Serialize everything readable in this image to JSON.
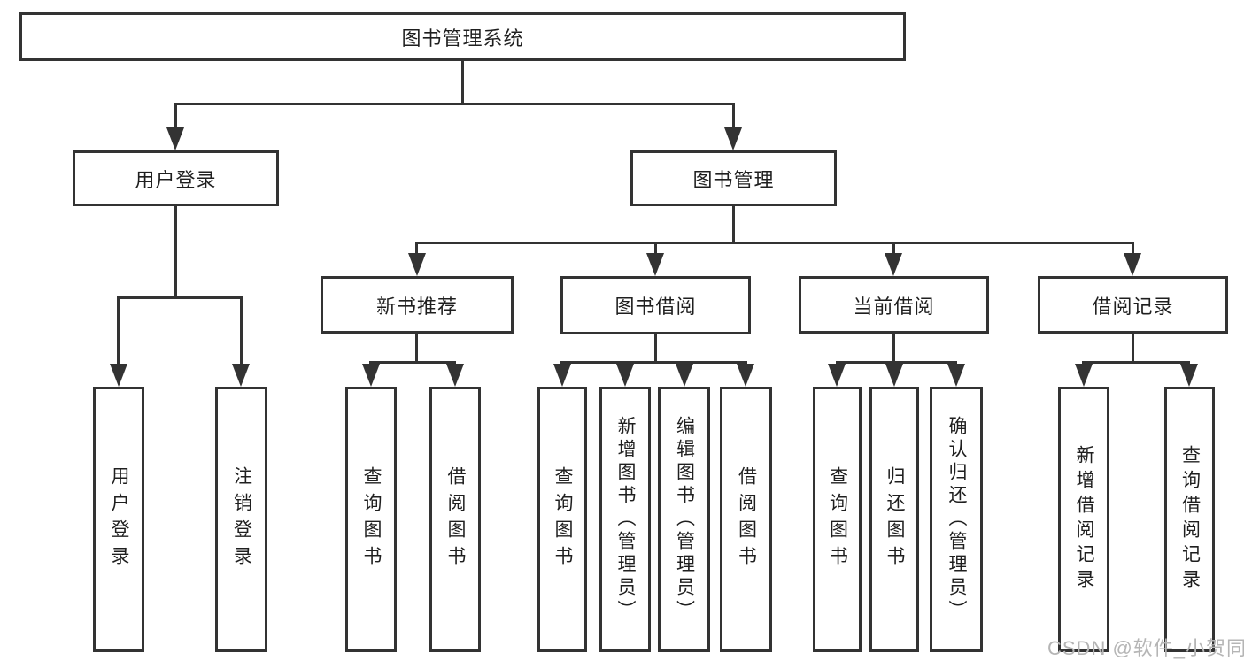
{
  "diagram": {
    "title": "图书管理系统",
    "type": "function-structure-tree",
    "nodes": {
      "root": "图书管理系统",
      "login": "用户登录",
      "mgmt": "图书管理",
      "nb": "新书推荐",
      "bw": "图书借阅",
      "cur": "当前借阅",
      "rec": "借阅记录",
      "login_user": "用户登录",
      "login_logout": "注销登录",
      "nb_query": "查询图书",
      "nb_borrow": "借阅图书",
      "bw_query": "查询图书",
      "bw_add": "新增图书（管理员）",
      "bw_edit": "编辑图书（管理员）",
      "bw_borrow": "借阅图书",
      "cur_query": "查询图书",
      "cur_return": "归还图书",
      "cur_confirm": "确认归还（管理员）",
      "rec_add": "新增借阅记录",
      "rec_query": "查询借阅记录"
    },
    "hierarchy": {
      "图书管理系统": {
        "用户登录": [
          "用户登录",
          "注销登录"
        ],
        "图书管理": {
          "新书推荐": [
            "查询图书",
            "借阅图书"
          ],
          "图书借阅": [
            "查询图书",
            "新增图书（管理员）",
            "编辑图书（管理员）",
            "借阅图书"
          ],
          "当前借阅": [
            "查询图书",
            "归还图书",
            "确认归还（管理员）"
          ],
          "借阅记录": [
            "新增借阅记录",
            "查询借阅记录"
          ]
        }
      }
    },
    "colors": {
      "line": "#333333",
      "text": "#1f1f1f",
      "watermark": "#b5b5b5",
      "background": "#ffffff"
    }
  },
  "watermark": "CSDN @软件_小贺同学"
}
